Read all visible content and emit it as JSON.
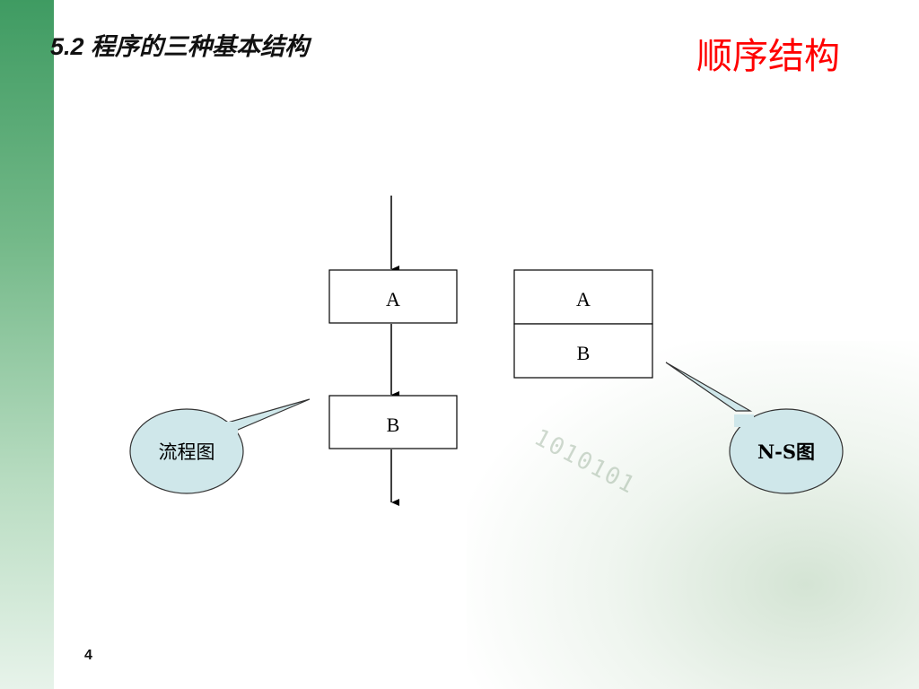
{
  "header": {
    "section_title": "5.2 程序的三种基本结构",
    "slide_title": "顺序结构"
  },
  "flowchart": {
    "box_a_label": "A",
    "box_b_label": "B",
    "callout_label": "流程图"
  },
  "ns_diagram": {
    "row_a_label": "A",
    "row_b_label": "B",
    "callout_label": "N-S图"
  },
  "decoration": {
    "binary_text": "1010101"
  },
  "footer": {
    "page_number": "4"
  },
  "colors": {
    "title_red": "#ff0000",
    "callout_fill": "#cfe7ea",
    "sidebar_green": "#3f9b62"
  }
}
